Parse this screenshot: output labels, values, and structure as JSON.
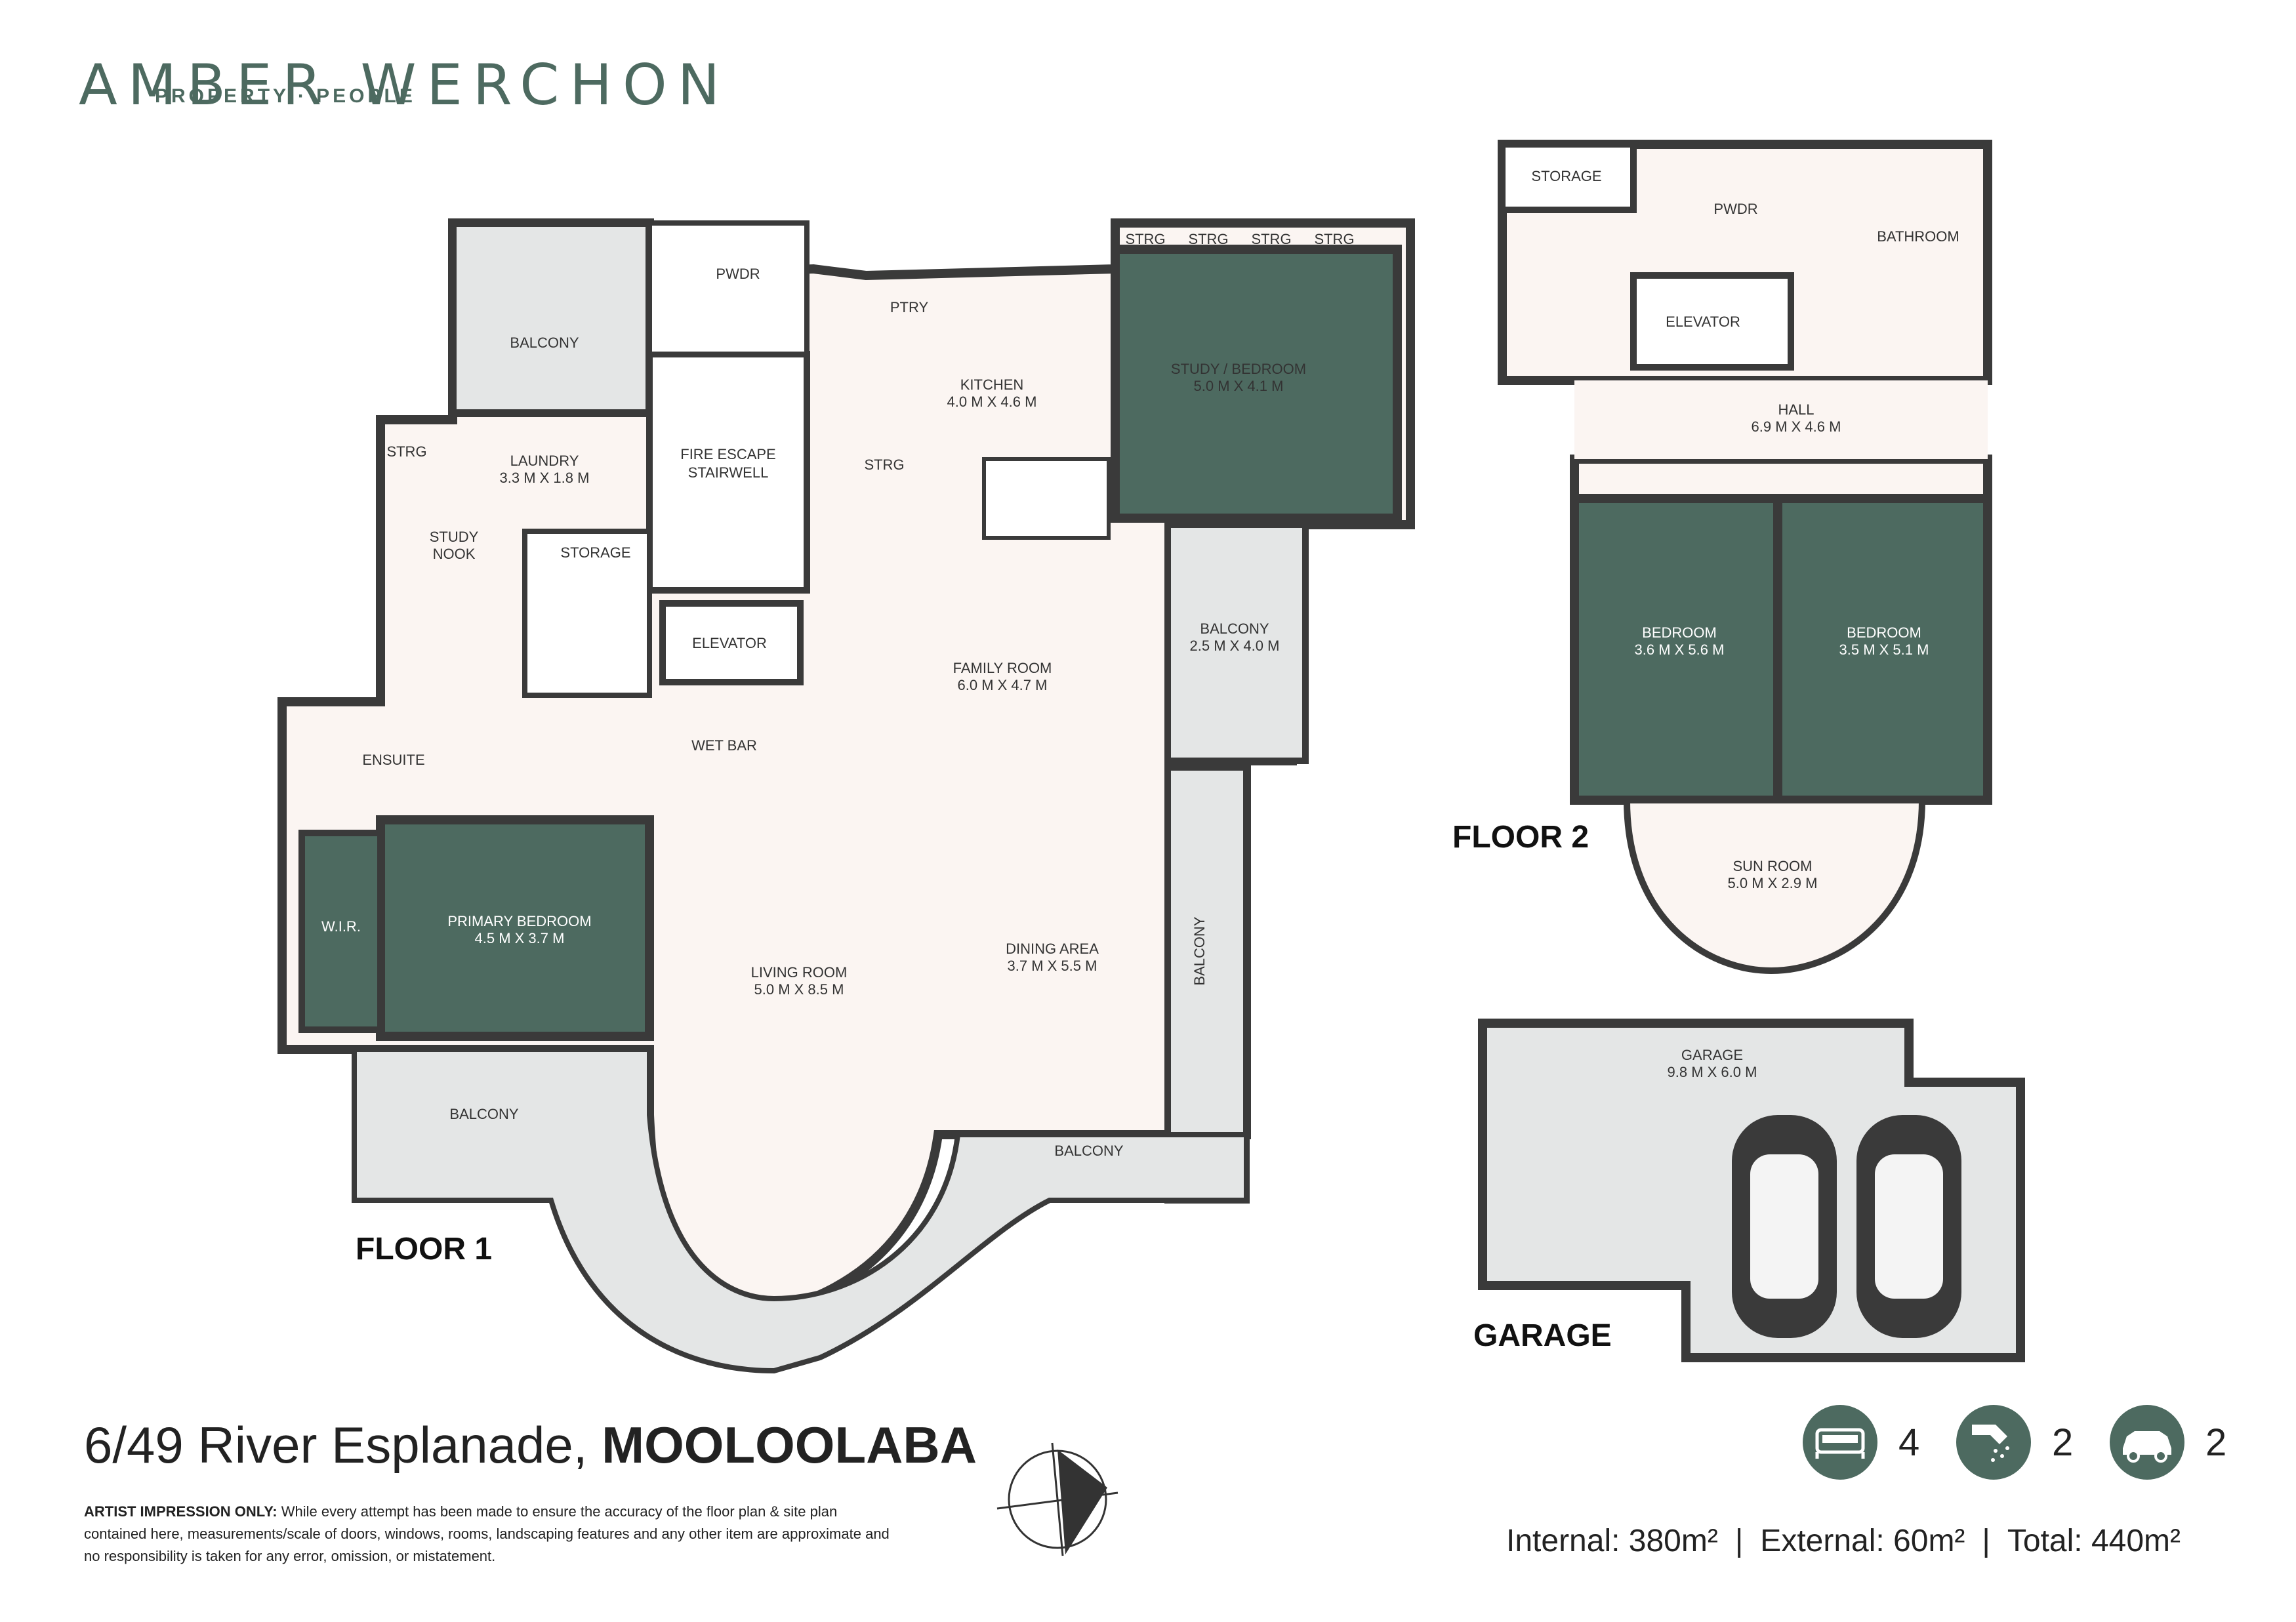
{
  "brand": {
    "name": "AMBER WERCHON",
    "tagline": "PROPERTY · PEOPLE"
  },
  "floors": [
    {
      "label": "FLOOR 1",
      "rooms": [
        {
          "name": "BALCONY"
        },
        {
          "name": "PWDR"
        },
        {
          "name": "PTRY"
        },
        {
          "name": "KITCHEN",
          "size": "4.0 M X 4.6 M"
        },
        {
          "name": "STRG"
        },
        {
          "name": "STRG"
        },
        {
          "name": "STRG"
        },
        {
          "name": "STRG"
        },
        {
          "name": "STUDY / BEDROOM",
          "size": "5.0 M X 4.1 M"
        },
        {
          "name": "STRG"
        },
        {
          "name": "LAUNDRY",
          "size": "3.3 M X 1.8 M"
        },
        {
          "name": "FIRE ESCAPE",
          "size": "STAIRWELL"
        },
        {
          "name": "STRG"
        },
        {
          "name": "STUDY",
          "size": "NOOK"
        },
        {
          "name": "STORAGE"
        },
        {
          "name": "BALCONY",
          "size": "2.5 M X 4.0 M"
        },
        {
          "name": "ELEVATOR"
        },
        {
          "name": "FAMILY ROOM",
          "size": "6.0 M X 4.7 M"
        },
        {
          "name": "ENSUITE"
        },
        {
          "name": "WET BAR"
        },
        {
          "name": "W.I.R."
        },
        {
          "name": "PRIMARY BEDROOM",
          "size": "4.5 M X 3.7 M"
        },
        {
          "name": "DINING AREA",
          "size": "3.7 M X 5.5 M"
        },
        {
          "name": "LIVING ROOM",
          "size": "5.0 M X 8.5 M"
        },
        {
          "name": "BALCONY"
        },
        {
          "name": "BALCONY"
        },
        {
          "name": "BALCONY"
        }
      ]
    },
    {
      "label": "FLOOR 2",
      "rooms": [
        {
          "name": "STORAGE"
        },
        {
          "name": "PWDR"
        },
        {
          "name": "BATHROOM"
        },
        {
          "name": "ELEVATOR"
        },
        {
          "name": "HALL",
          "size": "6.9 M X 4.6 M"
        },
        {
          "name": "BEDROOM",
          "size": "3.6 M X 5.6 M"
        },
        {
          "name": "BEDROOM",
          "size": "3.5 M X 5.1 M"
        },
        {
          "name": "SUN ROOM",
          "size": "5.0 M X 2.9 M"
        }
      ]
    },
    {
      "label": "GARAGE",
      "rooms": [
        {
          "name": "GARAGE",
          "size": "9.8 M X 6.0 M"
        }
      ]
    }
  ],
  "address": {
    "street": "6/49 River Esplanade,",
    "suburb": "MOOLOOLABA"
  },
  "disclaimer": {
    "lead": "ARTIST IMPRESSION ONLY:",
    "text": "While every attempt has been made to ensure the accuracy of the floor plan & site plan contained here, measurements/scale of doors, windows, rooms, landscaping features and any other item are approximate and no responsibility is taken for any error, omission, or mistatement."
  },
  "features": [
    {
      "icon": "bed-icon",
      "count": "4"
    },
    {
      "icon": "shower-icon",
      "count": "2"
    },
    {
      "icon": "car-icon",
      "count": "2"
    }
  ],
  "areas": {
    "internal": "Internal: 380m²",
    "external": "External: 60m²",
    "total": "Total: 440m²",
    "separator": "|"
  },
  "colors": {
    "accent": "#4d6a60",
    "room_dark": "#4d6a60",
    "floor": "#fbf5f2",
    "balcony": "#e4e6e6",
    "wall": "#3a3a3a"
  }
}
